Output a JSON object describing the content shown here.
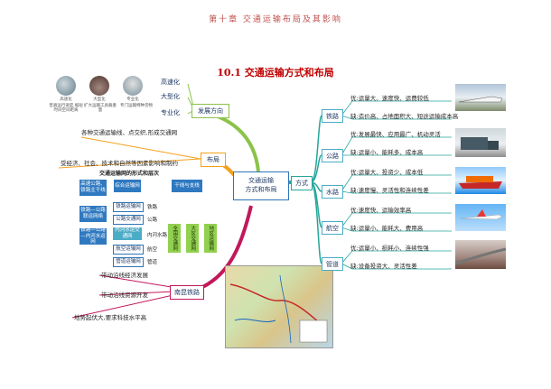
{
  "header": {
    "chapter": "第十章  交通运输布局及其影响",
    "section_title": "10.1 交通运输方式和布局"
  },
  "center": {
    "line1": "交通运输",
    "line2": "方式和布局"
  },
  "development": {
    "label": "发展方向",
    "items": [
      "高速化",
      "大型化",
      "专业化"
    ],
    "circle_captions": [
      "高速化",
      "大型化",
      "专业化"
    ],
    "circle_notes": [
      "普遍运行速度,缩短时间空间距离",
      "扩大运输工具载重量",
      "专门运输特种货物"
    ]
  },
  "layout": {
    "label": "布局",
    "left_texts": [
      "各种交通运输线、点交织,形成交通网",
      "受经济、社会、技术和自然等因素影响和制约"
    ],
    "subtitle": "交通运输网的形式和层次",
    "left_col": [
      "高速公路、铁路主干线",
      "铁路—公路联运网络",
      "铁路—公路—内河水运网"
    ],
    "middle_col": [
      "铁路运输网",
      "公路交通网",
      "内河水运交通网",
      "航空运输网",
      "管道运输网"
    ],
    "right_labels": [
      "铁路",
      "公路",
      "内河水路",
      "航空",
      "管道"
    ],
    "top_right": [
      "综合运输网",
      "干线与支线"
    ],
    "bottom_tags": [
      "全国交通网",
      "大区交通网",
      "地区运输网"
    ]
  },
  "mode": {
    "label": "方式",
    "items": [
      {
        "name": "铁路",
        "pros": "优:运量大、速度快、运费较低",
        "cons": "缺:造价高、占地面积大、短途运输成本高"
      },
      {
        "name": "公路",
        "pros": "优:发展最快、应用最广、机动灵活",
        "cons": "缺:运量小、能耗多、成本高"
      },
      {
        "name": "水路",
        "pros": "优:运量大、投资少、成本低",
        "cons": "缺:速度慢、灵活性和连续性差"
      },
      {
        "name": "航空",
        "pros": "优:速度快、运输效率高",
        "cons": "缺:运量小、能耗大、费用高"
      },
      {
        "name": "管道",
        "pros": "优:运量小、损耗小、连续性强",
        "cons": "缺:设备投资大、灵活性差"
      }
    ]
  },
  "nanjiang": {
    "label": "南昆铁路",
    "items": [
      "带动沿线经济发展",
      "带动沿线资源开发",
      "地势起伏大,要求科技水平高"
    ]
  },
  "colors": {
    "green": "#8bc34a",
    "orange": "#f4a11d",
    "purple": "#c2185b",
    "teal": "#26a69a",
    "blue": "#2e75b6"
  }
}
